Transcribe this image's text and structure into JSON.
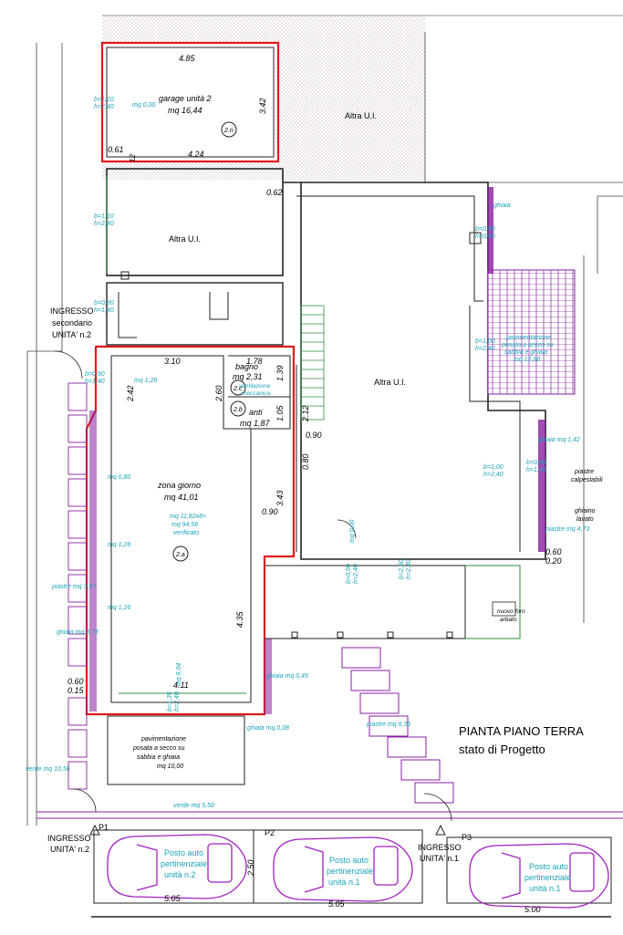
{
  "colors": {
    "wall": "#222222",
    "highlight": "#e01b1b",
    "insulation": "#8a1fa0",
    "cyan_text": "#1aa3b8",
    "green_line": "#2f8f3a",
    "car": "#a020c0",
    "hatch": "#b8a0b8"
  },
  "title": {
    "line1": "PIANTA PIANO TERRA",
    "line2": "stato di Progetto"
  },
  "garage": {
    "dim_top": "4.85",
    "dim_bottom": "4.24",
    "dim_right": "3.42",
    "dim_small": "0.61",
    "dim_small2": "12",
    "name": "garage unità 2",
    "area": "mq 16,44",
    "tag": "2.n",
    "hb": "b=1,10",
    "hh": "h=2,40",
    "mq": "mq 0,00"
  },
  "labels": {
    "altra_top": "Altra U.I.",
    "altra_mid": "Altra U.I.",
    "altra_right": "Altra U.I.",
    "ingresso_sec_1": "INGRESSO",
    "ingresso_sec_2": "secondario",
    "ingresso_sec_3": "UNITA' n.2",
    "ingresso2_1": "INGRESSO",
    "ingresso2_2": "UNITA' n.2",
    "ingresso1_1": "INGRESSO",
    "ingresso1_2": "UNITA' n.1",
    "dim_062": "0.62",
    "hb_mid": "b=1,10",
    "hh_mid": "h=2,40",
    "hb_ing": "b=0,90",
    "hh_ing": "h=1,40"
  },
  "living": {
    "dim_top": "3.10",
    "dim_left": "2.42",
    "dim_260": "2.60",
    "name": "zona giorno",
    "area": "mq 41,01",
    "calc1": "mq 11,82x8=",
    "calc2": "mq 94,56",
    "calc3": "verificato",
    "tag": "2.a",
    "dim_bottom": "4.11",
    "dim_right": "4.35",
    "dim_343": "3.43",
    "dim_090": "0.90",
    "dim_804": "mq 8,04",
    "w1": "mq 1,26",
    "w2": "mq 0,80",
    "w3": "mq 1,26",
    "w4": "mq 1,26",
    "hb": "b=0,90",
    "hh": "h=1,40",
    "hb2": "b=1,35",
    "hh2": "h=2,40"
  },
  "bathroom": {
    "dim_top": "1.78",
    "name": "bagno",
    "area": "mq 2,31",
    "vent1": "ventilazione",
    "vent2": "meccanica",
    "tag_c": "2.c",
    "anti": "anti",
    "anti_area": "mq 1,87",
    "tag_b": "2.b",
    "dim_139": "1.39",
    "dim_105": "1.05",
    "dim_212": "2.12",
    "dim_090": "0.90",
    "dim_080": "0.80"
  },
  "right_zone": {
    "ghiaia_top": "ghiaia",
    "hb1": "b=0,90",
    "hh1": "h=0,90",
    "pav1": "pavimentazione",
    "pav2": "posata a secco su",
    "pav3": "sabbia e ghiaia",
    "pav4": "mq 12,88",
    "hb2": "b=1,00",
    "hh2": "h=2,40",
    "ghiaia_142": "ghiaia mq 1,42",
    "hb3": "b=0,90",
    "hh3": "h=1,40",
    "hb4": "b=1,00",
    "hh4": "h=2,40",
    "piastre_calp1": "piastre",
    "piastre_calp2": "calpestabili",
    "ghiaino1": "ghiaino",
    "ghiaino2": "lavato",
    "piastre_473": "piastre mq 4,73",
    "dim_060": "0.60",
    "dim_020": "0.20",
    "mq000": "mq 0,00",
    "b090": "b=0,90",
    "h240": "h=2,40",
    "b290a": "b=2,90",
    "h240a": "h=2,40",
    "muovo1": "nuovo foro",
    "muovo2": "arbato"
  },
  "bottom": {
    "pav1": "pavimentazione",
    "pav2": "posata a secco su",
    "pav3": "sabbia e ghiaia",
    "pav4": "mq 10,00",
    "verde_550": "verde mq 5,50",
    "verde_1056": "verde mq 10,56",
    "ghiaia_008": "ghiaia mq 0,08",
    "ghiaia_045": "ghiaia mq 0,45",
    "piastre_636": "piastre mq 6,36",
    "piastre_367": "piastre mq 3,67",
    "ghiaia_373": "ghiaia mq 3,73",
    "dim_060": "0.60",
    "dim_015": "0.15"
  },
  "parking": {
    "p1": "P1",
    "p2": "P2",
    "p3": "P3",
    "pa1": "Posto auto",
    "pa2": "pertinenziale",
    "unit2": "unità n.2",
    "unit1a": "unità n.1",
    "unit1b": "unità n.1",
    "dim_505a": "5.05",
    "dim_505b": "5.05",
    "dim_500": "5.00",
    "dim_250": "2.50"
  }
}
